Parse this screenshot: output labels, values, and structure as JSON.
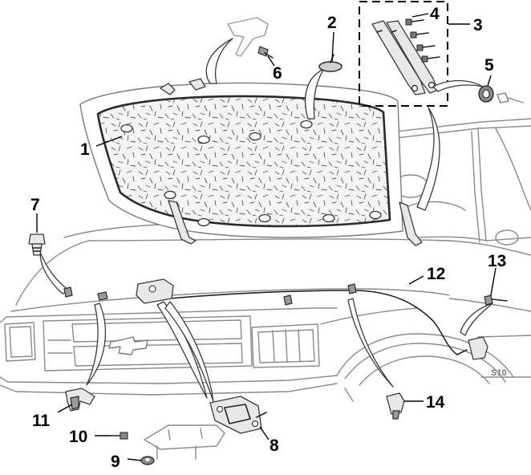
{
  "callouts": [
    {
      "id": "1",
      "text": "1"
    },
    {
      "id": "2",
      "text": "2"
    },
    {
      "id": "3",
      "text": "3"
    },
    {
      "id": "4",
      "text": "4"
    },
    {
      "id": "5",
      "text": "5"
    },
    {
      "id": "6",
      "text": "6"
    },
    {
      "id": "7",
      "text": "7"
    },
    {
      "id": "8",
      "text": "8"
    },
    {
      "id": "9",
      "text": "9"
    },
    {
      "id": "10",
      "text": "10"
    },
    {
      "id": "11",
      "text": "11"
    },
    {
      "id": "12",
      "text": "12"
    },
    {
      "id": "13",
      "text": "13"
    },
    {
      "id": "14",
      "text": "14"
    }
  ],
  "badge_text": "S10",
  "colors": {
    "outline": "#8a8a8a",
    "parts": "#3a3a3a",
    "labels": "#000000"
  }
}
